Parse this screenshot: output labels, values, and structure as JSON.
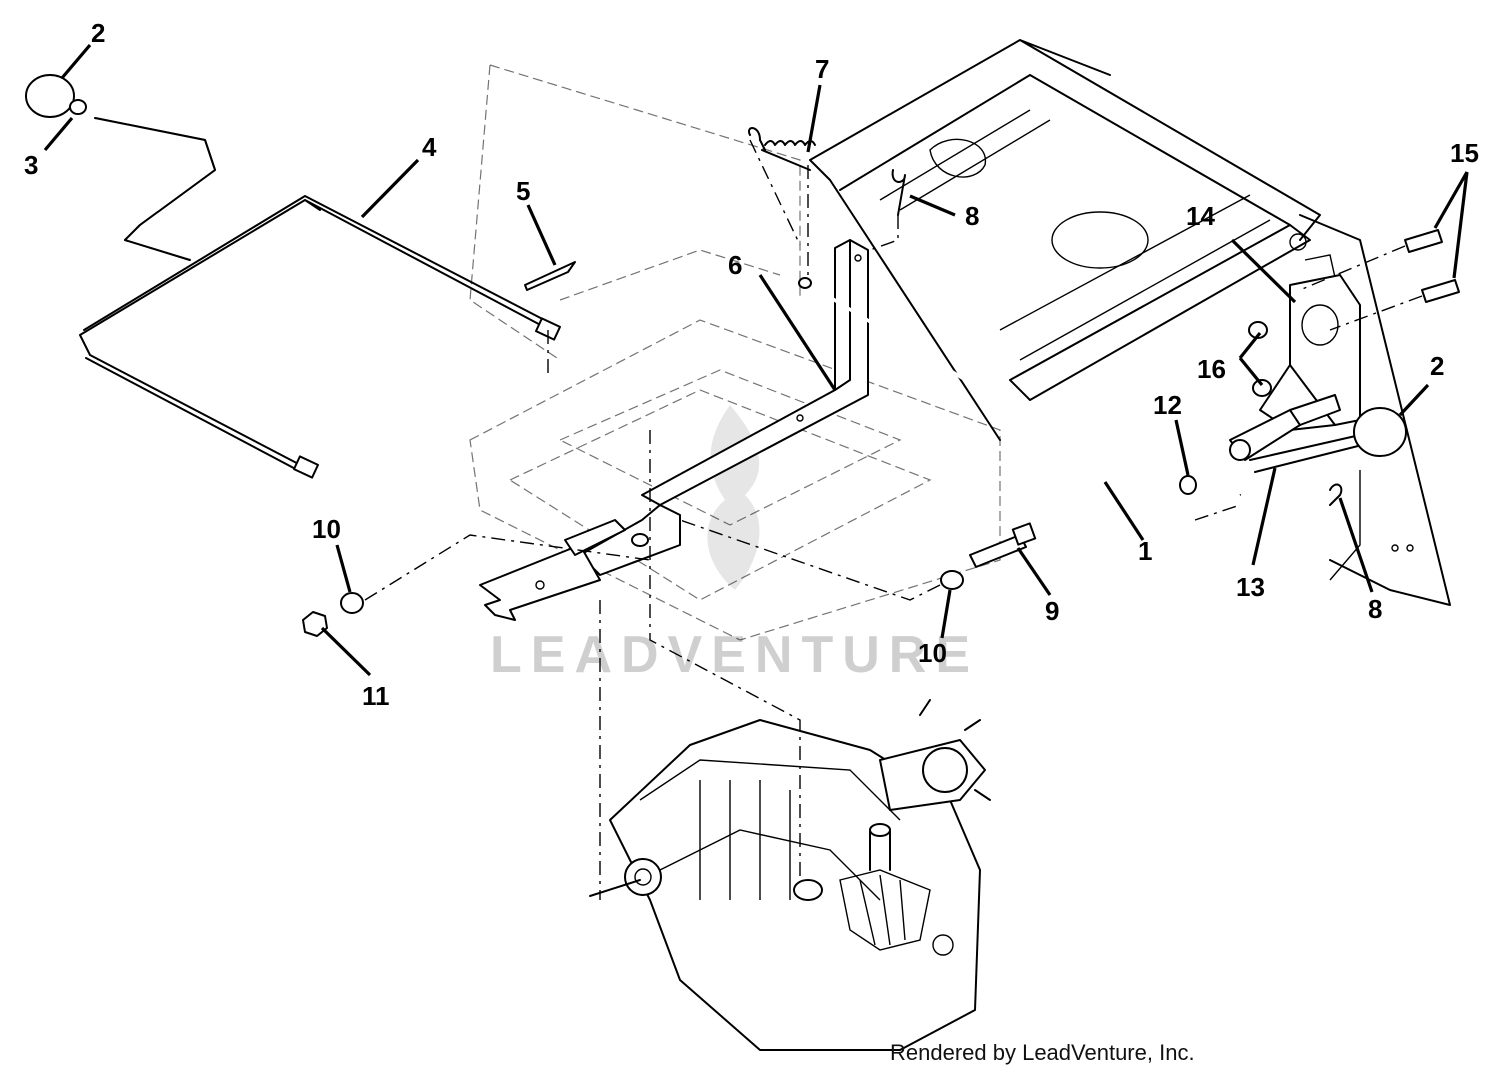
{
  "diagram": {
    "callouts": [
      "2",
      "3",
      "4",
      "5",
      "7",
      "6",
      "8",
      "15",
      "14",
      "16",
      "2",
      "12",
      "1",
      "13",
      "8",
      "10",
      "11",
      "9",
      "10"
    ],
    "watermark": "LEADVENTURE",
    "credit": "Rendered by LeadVenture, Inc."
  }
}
